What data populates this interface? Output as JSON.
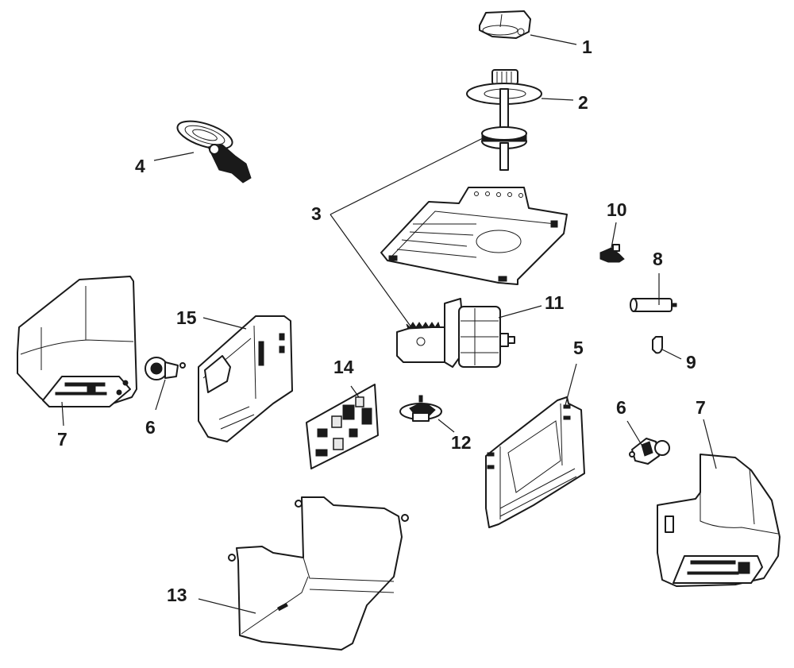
{
  "diagram": {
    "type": "exploded-parts-view",
    "accent_color": "#1a1a1a",
    "background_color": "#ffffff",
    "callouts": [
      {
        "id": "1",
        "label": "1"
      },
      {
        "id": "2",
        "label": "2"
      },
      {
        "id": "3",
        "label": "3"
      },
      {
        "id": "4",
        "label": "4"
      },
      {
        "id": "5",
        "label": "5"
      },
      {
        "id": "6a",
        "label": "6"
      },
      {
        "id": "6b",
        "label": "6"
      },
      {
        "id": "7a",
        "label": "7"
      },
      {
        "id": "7b",
        "label": "7"
      },
      {
        "id": "8",
        "label": "8"
      },
      {
        "id": "9",
        "label": "9"
      },
      {
        "id": "10",
        "label": "10"
      },
      {
        "id": "11",
        "label": "11"
      },
      {
        "id": "12",
        "label": "12"
      },
      {
        "id": "13",
        "label": "13"
      },
      {
        "id": "14",
        "label": "14"
      },
      {
        "id": "15",
        "label": "15"
      }
    ],
    "parts": [
      {
        "callout": "1",
        "icon": "bearing-cap-icon"
      },
      {
        "callout": "2",
        "icon": "sprocket-shaft-icon"
      },
      {
        "callout": "3",
        "icon": "chassis-plate-icon"
      },
      {
        "callout": "4",
        "icon": "light-socket-harness-icon"
      },
      {
        "callout": "5",
        "icon": "side-panel-icon"
      },
      {
        "callout": "6",
        "icon": "lamp-socket-icon"
      },
      {
        "callout": "7",
        "icon": "end-cover-icon"
      },
      {
        "callout": "8",
        "icon": "capacitor-icon"
      },
      {
        "callout": "9",
        "icon": "capacitor-clip-icon"
      },
      {
        "callout": "10",
        "icon": "limit-switch-icon"
      },
      {
        "callout": "11",
        "icon": "motor-icon"
      },
      {
        "callout": "12",
        "icon": "rpm-sensor-icon"
      },
      {
        "callout": "13",
        "icon": "bottom-cover-icon"
      },
      {
        "callout": "14",
        "icon": "logic-board-icon"
      },
      {
        "callout": "15",
        "icon": "board-housing-icon"
      }
    ]
  }
}
